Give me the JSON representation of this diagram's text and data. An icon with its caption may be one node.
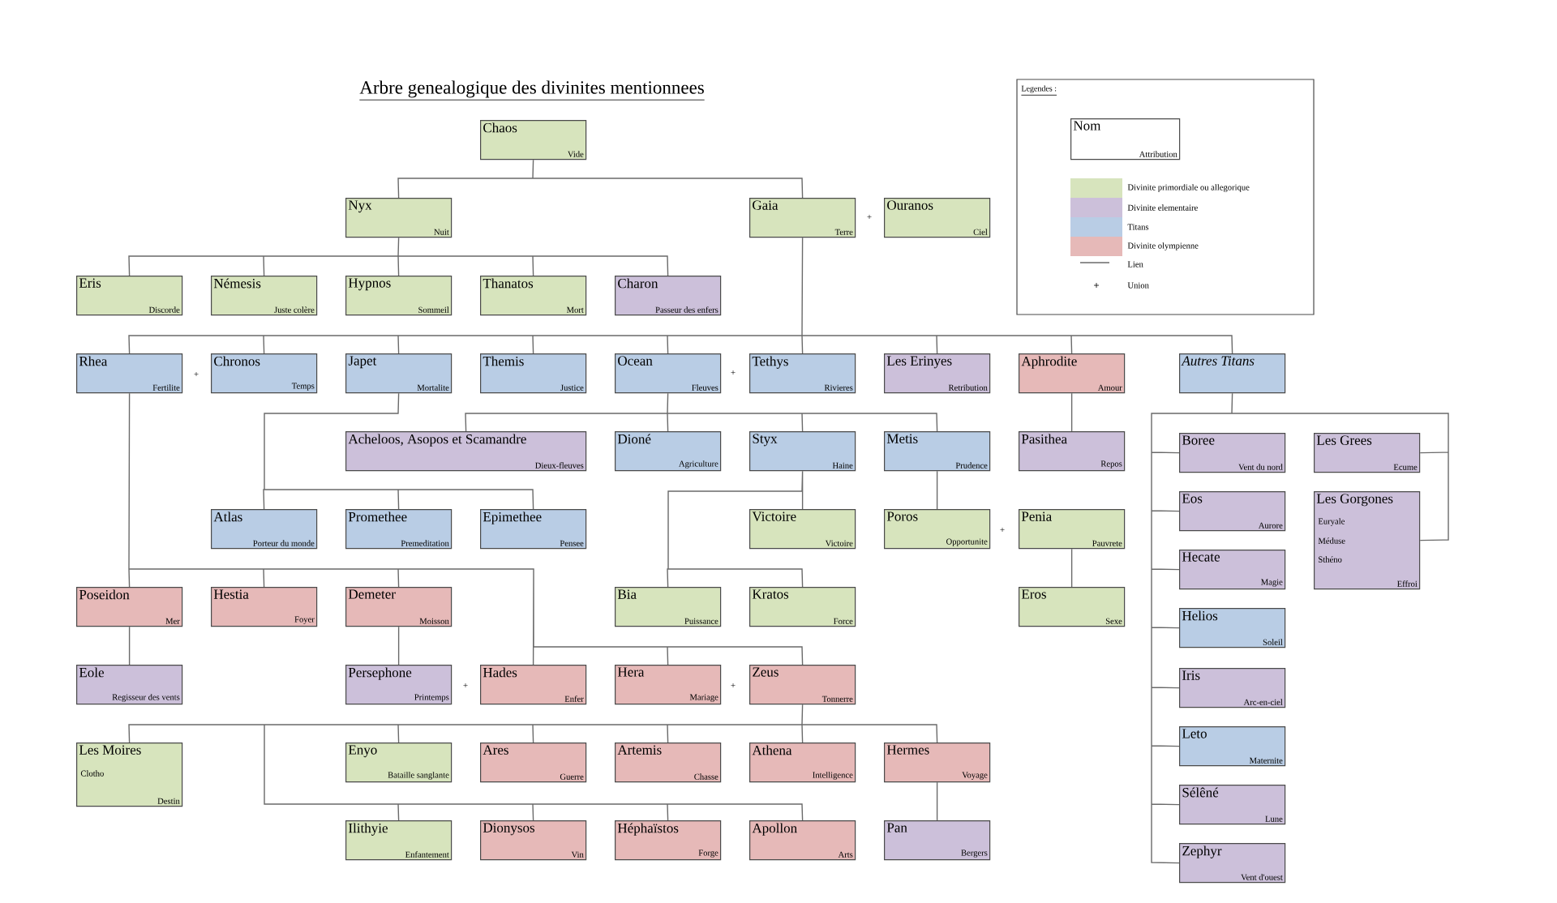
{
  "diagram": {
    "title": "Arbre genealogique des divinites mentionnees",
    "nodes": [
      {
        "text": [
          "Chaos",
          "Vide"
        ]
      },
      {
        "text": [
          "Nyx",
          "Nuit"
        ]
      },
      {
        "text": [
          "Gaia",
          "Terre"
        ]
      },
      {
        "text": [
          "Ouranos",
          "Ciel"
        ]
      },
      {
        "text": [
          "Eris",
          "Discorde"
        ]
      },
      {
        "text": [
          "Némesis",
          "Juste colère"
        ]
      },
      {
        "text": [
          "Hypnos",
          "Sommeil"
        ]
      },
      {
        "text": [
          "Thanatos",
          "Mort"
        ]
      },
      {
        "text": [
          "Charon",
          "Passeur des enfers"
        ]
      },
      {
        "text": [
          "Rhea",
          "Fertilite"
        ]
      },
      {
        "text": [
          "Chronos",
          "Temps"
        ]
      },
      {
        "text": [
          "Japet",
          "Mortalite"
        ]
      },
      {
        "text": [
          "Themis",
          "Justice"
        ]
      },
      {
        "text": [
          "Ocean",
          "Fleuves"
        ]
      },
      {
        "text": [
          "Tethys",
          "Rivieres"
        ]
      },
      {
        "text": [
          "Les Erinyes",
          "Retribution"
        ]
      },
      {
        "text": [
          "Aphrodite",
          "Amour"
        ]
      },
      {
        "text": [
          "Autres Titans"
        ]
      },
      {
        "text": [
          "Acheloos, Asopos et Scamandre",
          "Dieux-fleuves"
        ]
      },
      {
        "text": [
          "Dioné",
          "Agriculture"
        ]
      },
      {
        "text": [
          "Styx",
          "Haine"
        ]
      },
      {
        "text": [
          "Metis",
          "Prudence"
        ]
      },
      {
        "text": [
          "Pasithea",
          "Repos"
        ]
      },
      {
        "text": [
          "Boree",
          "Vent du nord"
        ]
      },
      {
        "text": [
          "Les Grees",
          "Ecume"
        ]
      },
      {
        "text": [
          "Les Gorgones",
          "Euryale",
          "Méduse",
          "Sthéno",
          "Effroi"
        ]
      },
      {
        "text": [
          "Atlas",
          "Porteur du monde"
        ]
      },
      {
        "text": [
          "Promethee",
          "Premeditation"
        ]
      },
      {
        "text": [
          "Epimethee",
          "Pensee"
        ]
      },
      {
        "text": [
          "Victoire",
          "Victoire"
        ]
      },
      {
        "text": [
          "Poros",
          "Opportunite"
        ]
      },
      {
        "text": [
          "Penia",
          "Pauvrete"
        ]
      },
      {
        "text": [
          "Eos",
          "Aurore"
        ]
      },
      {
        "text": [
          "Poseidon",
          "Mer"
        ]
      },
      {
        "text": [
          "Hestia",
          "Foyer"
        ]
      },
      {
        "text": [
          "Demeter",
          "Moisson"
        ]
      },
      {
        "text": [
          "Bia",
          "Puissance"
        ]
      },
      {
        "text": [
          "Kratos",
          "Force"
        ]
      },
      {
        "text": [
          "Eros",
          "Sexe"
        ]
      },
      {
        "text": [
          "Hecate",
          "Magie"
        ]
      },
      {
        "text": [
          "Helios",
          "Soleil"
        ]
      },
      {
        "text": [
          "Eole",
          "Regisseur des vents"
        ]
      },
      {
        "text": [
          "Persephone",
          "Printemps"
        ]
      },
      {
        "text": [
          "Hades",
          "Enfer"
        ]
      },
      {
        "text": [
          "Hera",
          "Mariage"
        ]
      },
      {
        "text": [
          "Zeus",
          "Tonnerre"
        ]
      },
      {
        "text": [
          "Iris",
          "Arc-en-ciel"
        ]
      },
      {
        "text": [
          "Leto",
          "Maternite"
        ]
      },
      {
        "text": [
          "Les Moires",
          "Clotho",
          "Destin"
        ]
      },
      {
        "text": [
          "Enyo",
          "Bataille sanglante"
        ]
      },
      {
        "text": [
          "Ares",
          "Guerre"
        ]
      },
      {
        "text": [
          "Artemis",
          "Chasse"
        ]
      },
      {
        "text": [
          "Athena",
          "Intelligence"
        ]
      },
      {
        "text": [
          "Hermes",
          "Voyage"
        ]
      },
      {
        "text": [
          "Sélêné",
          "Lune"
        ]
      },
      {
        "text": [
          "Ilithyie",
          "Enfantement"
        ]
      },
      {
        "text": [
          "Dionysos",
          "Vin"
        ]
      },
      {
        "text": [
          "Héphaïstos",
          "Forge"
        ]
      },
      {
        "text": [
          "Apollon",
          "Arts"
        ]
      },
      {
        "text": [
          "Pan",
          "Bergers"
        ]
      },
      {
        "text": [
          "Zephyr",
          "Vent d'ouest"
        ]
      },
      {
        "text": [
          "Nom",
          "Attribution"
        ]
      }
    ],
    "edges": [
      {
        "from": 0,
        "to": 1,
        "arrow": "none"
      },
      {
        "from": 0,
        "to": 2,
        "arrow": "none"
      },
      {
        "from": 1,
        "to": 4,
        "arrow": "none"
      },
      {
        "from": 1,
        "to": 5,
        "arrow": "none"
      },
      {
        "from": 1,
        "to": 6,
        "arrow": "none"
      },
      {
        "from": 1,
        "to": 7,
        "arrow": "none"
      },
      {
        "from": 1,
        "to": 8,
        "arrow": "none"
      },
      {
        "from": 2,
        "to": 9,
        "arrow": "none"
      },
      {
        "from": 2,
        "to": 10,
        "arrow": "none"
      },
      {
        "from": 2,
        "to": 11,
        "arrow": "none"
      },
      {
        "from": 2,
        "to": 12,
        "arrow": "none"
      },
      {
        "from": 2,
        "to": 13,
        "arrow": "none"
      },
      {
        "from": 2,
        "to": 14,
        "arrow": "none"
      },
      {
        "from": 2,
        "to": 15,
        "arrow": "none"
      },
      {
        "from": 2,
        "to": 16,
        "arrow": "none"
      },
      {
        "from": 2,
        "to": 17,
        "arrow": "none"
      },
      {
        "from": 13,
        "to": 18,
        "arrow": "none"
      },
      {
        "from": 13,
        "to": 19,
        "arrow": "none"
      },
      {
        "from": 13,
        "to": 20,
        "arrow": "none"
      },
      {
        "from": 13,
        "to": 21,
        "arrow": "none"
      },
      {
        "from": 16,
        "to": 22,
        "arrow": "none"
      },
      {
        "from": 17,
        "to": 23,
        "arrow": "none"
      },
      {
        "from": 17,
        "to": 24,
        "arrow": "none"
      },
      {
        "from": 17,
        "to": 25,
        "arrow": "none"
      },
      {
        "from": 11,
        "to": 26,
        "arrow": "none"
      },
      {
        "from": 11,
        "to": 27,
        "arrow": "none"
      },
      {
        "from": 11,
        "to": 28,
        "arrow": "none"
      },
      {
        "from": 20,
        "to": 29,
        "arrow": "none"
      },
      {
        "from": 21,
        "to": 30,
        "arrow": "none"
      },
      {
        "from": 17,
        "to": 32,
        "arrow": "none"
      },
      {
        "from": 9,
        "to": 33,
        "arrow": "none"
      },
      {
        "from": 9,
        "to": 34,
        "arrow": "none"
      },
      {
        "from": 9,
        "to": 35,
        "arrow": "none"
      },
      {
        "from": 20,
        "to": 36,
        "arrow": "none"
      },
      {
        "from": 20,
        "to": 37,
        "arrow": "none"
      },
      {
        "from": 31,
        "to": 38,
        "arrow": "none"
      },
      {
        "from": 17,
        "to": 39,
        "arrow": "none"
      },
      {
        "from": 17,
        "to": 40,
        "arrow": "none"
      },
      {
        "from": 33,
        "to": 41,
        "arrow": "none"
      },
      {
        "from": 35,
        "to": 42,
        "arrow": "none"
      },
      {
        "from": 9,
        "to": 43,
        "arrow": "none"
      },
      {
        "from": 9,
        "to": 44,
        "arrow": "none"
      },
      {
        "from": 9,
        "to": 45,
        "arrow": "none"
      },
      {
        "from": 17,
        "to": 46,
        "arrow": "none"
      },
      {
        "from": 17,
        "to": 47,
        "arrow": "none"
      },
      {
        "from": 45,
        "to": 48,
        "arrow": "none"
      },
      {
        "from": 45,
        "to": 49,
        "arrow": "none"
      },
      {
        "from": 45,
        "to": 50,
        "arrow": "none"
      },
      {
        "from": 45,
        "to": 51,
        "arrow": "none"
      },
      {
        "from": 45,
        "to": 52,
        "arrow": "none"
      },
      {
        "from": 45,
        "to": 53,
        "arrow": "none"
      },
      {
        "from": 17,
        "to": 54,
        "arrow": "none"
      },
      {
        "from": 45,
        "to": 55,
        "arrow": "none"
      },
      {
        "from": 45,
        "to": 56,
        "arrow": "none"
      },
      {
        "from": 45,
        "to": 57,
        "arrow": "none"
      },
      {
        "from": 45,
        "to": 58,
        "arrow": "none"
      },
      {
        "from": 53,
        "to": 59,
        "arrow": "none"
      },
      {
        "from": 17,
        "to": 60,
        "arrow": "none"
      }
    ],
    "labels": [
      "Legendes :",
      "+",
      "+",
      "+",
      "+",
      "+",
      "+"
    ],
    "legend": [
      {
        "text": "Divinite primordiale ou allegorique",
        "color": "#d7e4bd"
      },
      {
        "text": "Divinite elementaire",
        "color": "#ccc0da"
      },
      {
        "text": "Titans",
        "color": "#b9cde5"
      },
      {
        "text": "Divinite olympienne",
        "color": "#e6b9b8"
      },
      {
        "text": "Lien"
      },
      {
        "text": "Union"
      }
    ]
  }
}
